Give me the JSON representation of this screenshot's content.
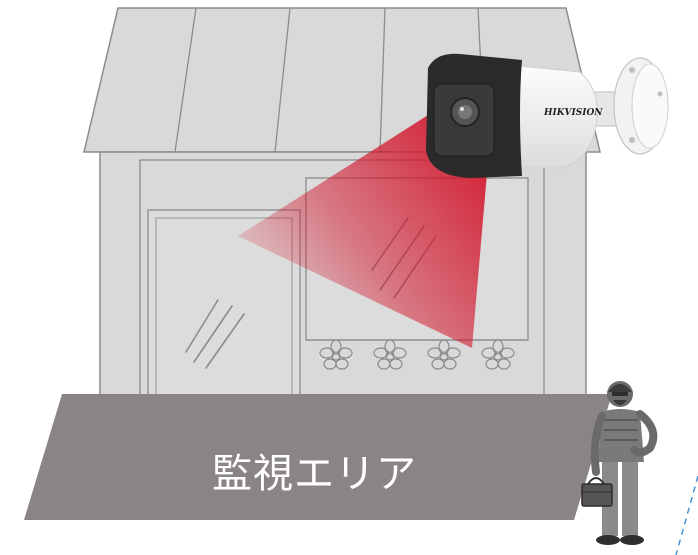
{
  "scene": {
    "area_label": "監視エリア",
    "camera_brand": "HIKVISION",
    "colors": {
      "house_fill": "#d9d9d9",
      "house_stroke": "#8c8c8c",
      "ground": "#8a8584",
      "beam": "#d2142a",
      "camera_body": "#f4f4f4",
      "camera_visor": "#2b2b2b",
      "person": "#6f6f6f",
      "dashed_line": "#3b8fd6"
    },
    "icons": [
      "house",
      "bullet-camera",
      "person-with-briefcase",
      "flower"
    ]
  }
}
